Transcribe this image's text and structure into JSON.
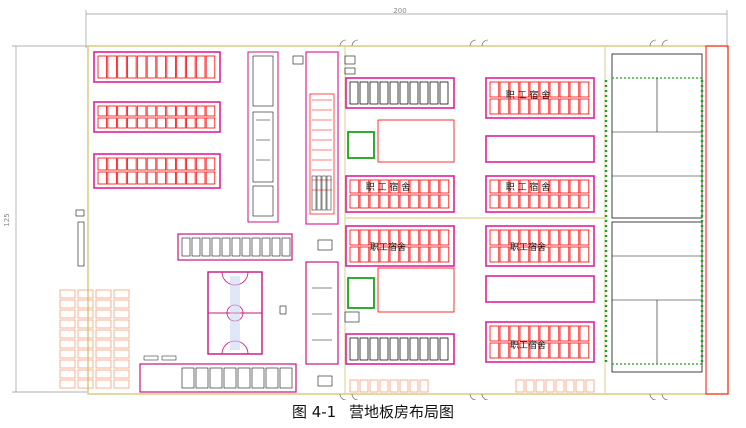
{
  "dimensions": {
    "width": "200",
    "height": "125"
  },
  "labels": {
    "dorm": "职工宿舍",
    "dorm_spaced": "职 工 宿 舍"
  },
  "caption": {
    "figure": "图 4-1",
    "title": "营地板房布局图"
  },
  "colors": {
    "frame": "#d9d18a",
    "dorm_outline": "#e0219e",
    "bed": "#ff0000",
    "room_outline": "#c8147e",
    "partition": "#111111",
    "green": "#19a319",
    "orange": "#f2a07a",
    "label": "#0a16c8",
    "dim_line": "#999999"
  }
}
